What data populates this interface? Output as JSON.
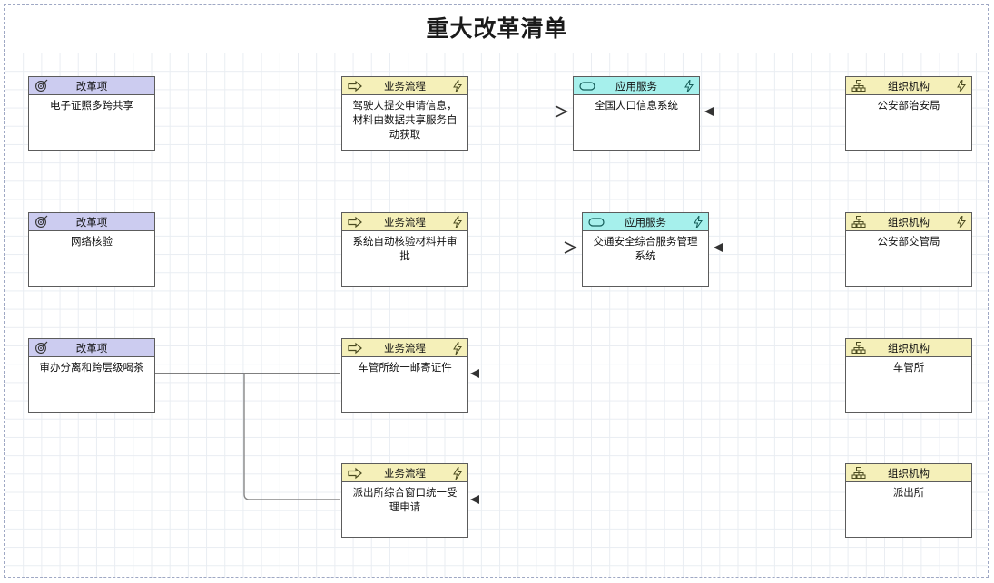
{
  "page": {
    "title": "重大改革清单"
  },
  "type_labels": {
    "reform": "改革项",
    "process": "业务流程",
    "service": "应用服务",
    "org": "组织机构"
  },
  "icons": {
    "reform": "target-icon",
    "process": "arrow-right-icon",
    "service": "rounded-rect-icon",
    "org": "org-chart-icon",
    "bolt": "lightning-bolt-icon"
  },
  "rows": [
    {
      "reform": {
        "header": "改革项",
        "body": "电子证照多跨共享"
      },
      "process": {
        "header": "业务流程",
        "body": "驾驶人提交申请信息，材料由数据共享服务自动获取",
        "bolt": true
      },
      "service": {
        "header": "应用服务",
        "body": "全国人口信息系统",
        "bolt": true
      },
      "org": {
        "header": "组织机构",
        "body": "公安部治安局",
        "bolt": true
      }
    },
    {
      "reform": {
        "header": "改革项",
        "body": "网络核验"
      },
      "process": {
        "header": "业务流程",
        "body": "系统自动核验材料并审批",
        "bolt": true
      },
      "service": {
        "header": "应用服务",
        "body": "交通安全综合服务管理系统",
        "bolt": true
      },
      "org": {
        "header": "组织机构",
        "body": "公安部交管局",
        "bolt": true
      }
    },
    {
      "reform": {
        "header": "改革项",
        "body": "审办分离和跨层级喝茶"
      },
      "process": {
        "header": "业务流程",
        "body": "车管所统一邮寄证件",
        "bolt": true
      },
      "service": null,
      "org": {
        "header": "组织机构",
        "body": "车管所",
        "bolt": false
      }
    },
    {
      "reform": null,
      "process": {
        "header": "业务流程",
        "body": "派出所综合窗口统一受理申请",
        "bolt": true
      },
      "service": null,
      "org": {
        "header": "组织机构",
        "body": "派出所",
        "bolt": false
      }
    }
  ],
  "colors": {
    "reform_header": "#ccccf0",
    "process_header": "#f5f0b9",
    "service_header": "#a6f0ec",
    "org_header": "#f5f0b9",
    "node_border": "#5c5c5c",
    "connector": "#555555",
    "grid": "#e9edf2",
    "page_border": "#9fa8c4"
  }
}
